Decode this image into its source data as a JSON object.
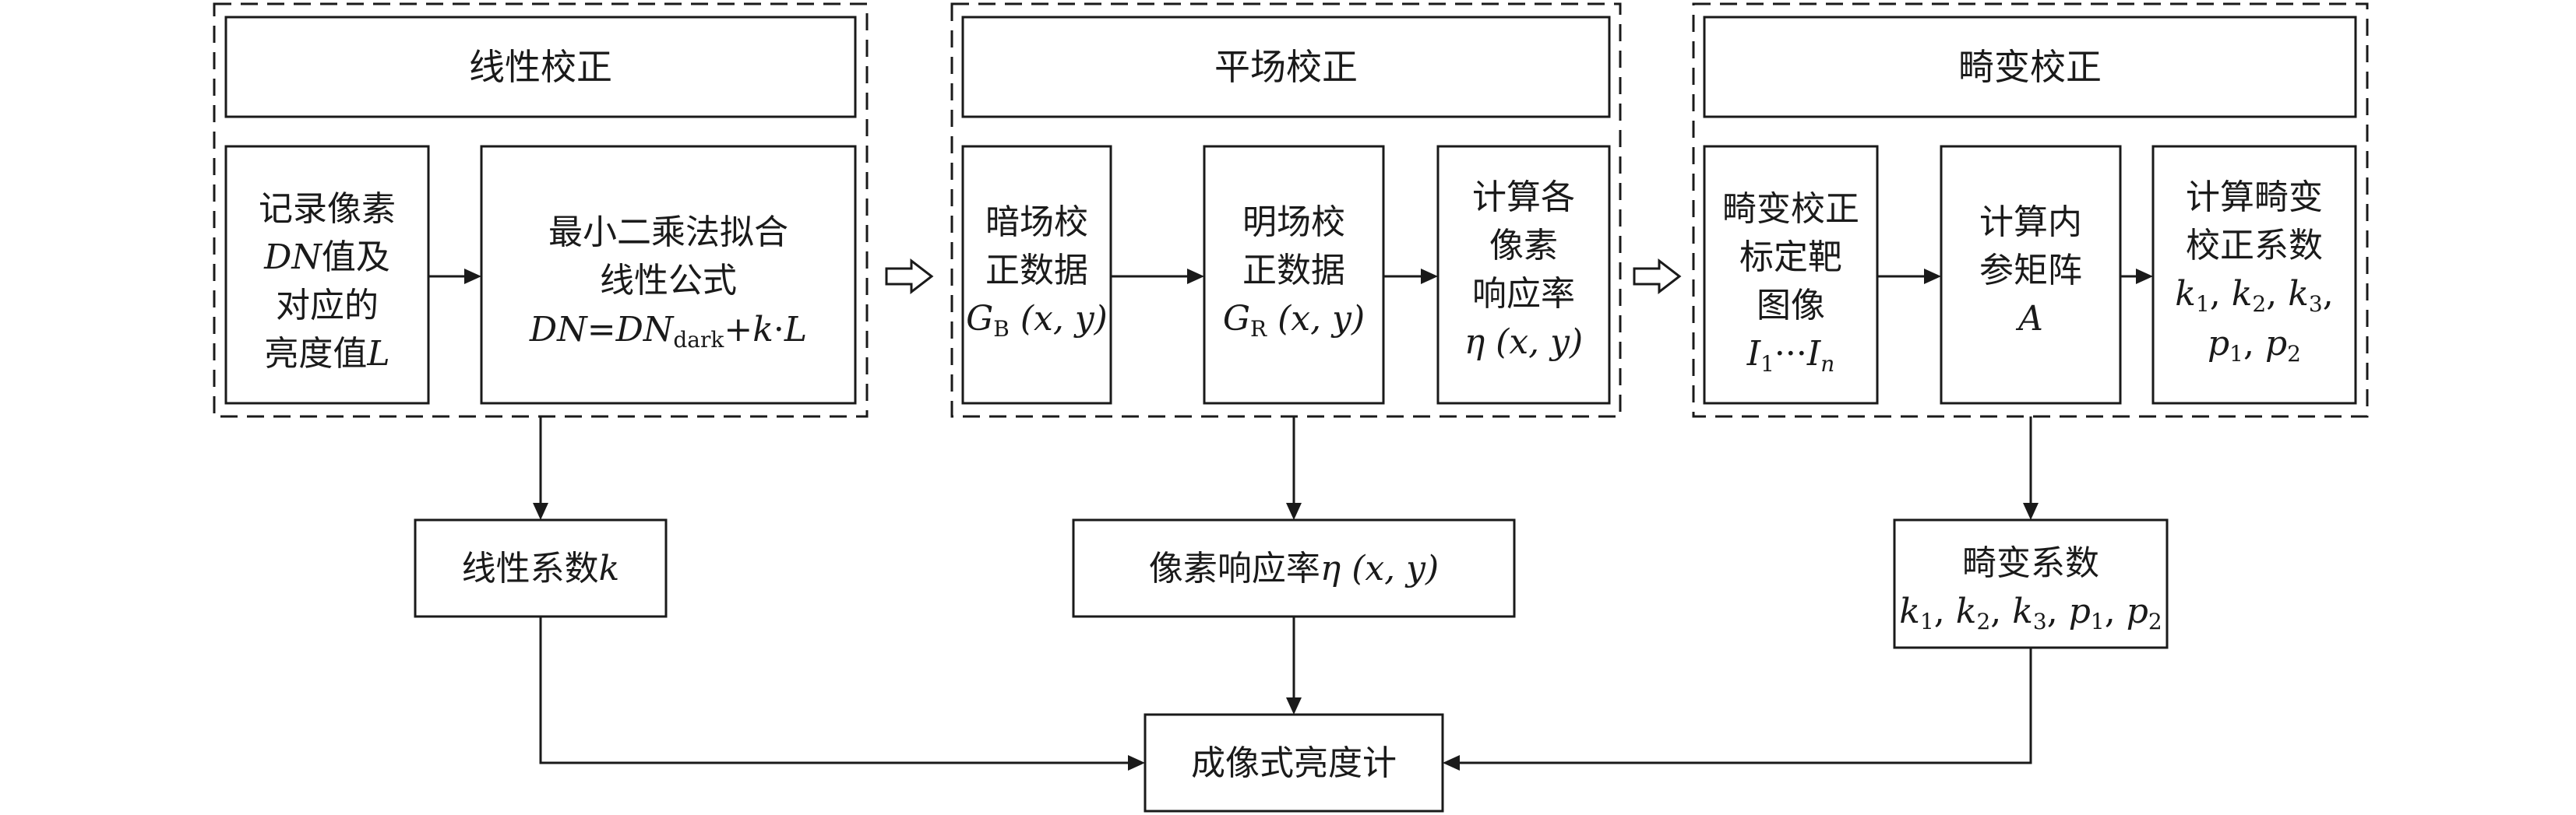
{
  "groups": {
    "linear": {
      "title": "线性校正"
    },
    "flat": {
      "title": "平场校正"
    },
    "distortion": {
      "title": "畸变校正"
    }
  },
  "boxes": {
    "record": {
      "line1": "记录像素",
      "line2_a": "DN",
      "line2_b": "值及",
      "line3": "对应的",
      "line4_a": "亮度值",
      "line4_b": "L"
    },
    "lsq": {
      "line1": "最小二乘法拟合",
      "line2": "线性公式",
      "formula_dn": "DN",
      "formula_eq": "=",
      "formula_dn2": "DN",
      "formula_sub": "dark",
      "formula_plus": "+",
      "formula_k": "k",
      "formula_dot": "·",
      "formula_L": "L"
    },
    "dark": {
      "line1": "暗场校",
      "line2": "正数据",
      "sym": "G",
      "sub": "B",
      "args": " (x, y)"
    },
    "bright": {
      "line1": "明场校",
      "line2": "正数据",
      "sym": "G",
      "sub": "R",
      "args": " (x, y)"
    },
    "resp_calc": {
      "line1": "计算各",
      "line2": "像素",
      "line3": "响应率",
      "line4": "η (x, y)"
    },
    "target": {
      "line1": "畸变校正",
      "line2": "标定靶",
      "line3": "图像",
      "I": "I",
      "sub1": "1",
      "dots": "···",
      "I2": "I",
      "subn": "n"
    },
    "intrinsic": {
      "line1": "计算内",
      "line2": "参矩阵",
      "line3": "A"
    },
    "coeff_calc": {
      "line1": "计算畸变",
      "line2": "校正系数",
      "k1": "k",
      "k1s": "1",
      "c1": ", ",
      "k2": "k",
      "k2s": "2",
      "c2": ", ",
      "k3": "k",
      "k3s": "3",
      "c3": ",",
      "p1": "p",
      "p1s": "1",
      "c4": ", ",
      "p2": "p",
      "p2s": "2"
    },
    "linear_coef": {
      "text": "线性系数",
      "k": "k"
    },
    "pixel_resp": {
      "text": "像素响应率",
      "eta": "η",
      "args": " (x, y)"
    },
    "dist_coef": {
      "text": "畸变系数",
      "k1": "k",
      "k1s": "1",
      "c1": ", ",
      "k2": "k",
      "k2s": "2",
      "c2": ", ",
      "k3": "k",
      "k3s": "3",
      "c3": ", ",
      "p1": "p",
      "p1s": "1",
      "c4": ", ",
      "p2": "p",
      "p2s": "2"
    },
    "meter": {
      "text": "成像式亮度计"
    }
  }
}
